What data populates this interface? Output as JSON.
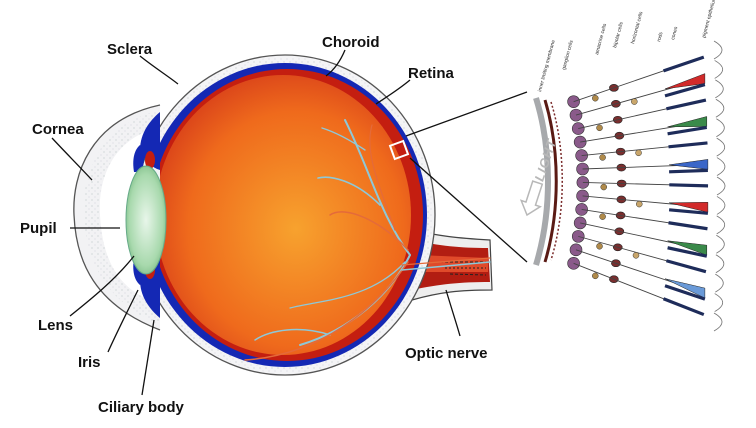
{
  "labels": {
    "sclera": "Sclera",
    "choroid": "Choroid",
    "retina": "Retina",
    "cornea": "Cornea",
    "pupil": "Pupil",
    "lens": "Lens",
    "iris": "Iris",
    "ciliary_body": "Ciliary body",
    "optic_nerve": "Optic nerve"
  },
  "inset": {
    "light_label": "LIGHT",
    "layer_labels": [
      "inner limiting membrane",
      "ganglion cells",
      "amacrine cells",
      "bipolar cells",
      "horizontal cells",
      "rods",
      "cones",
      "pigment epithelium"
    ]
  },
  "colors": {
    "sclera_fill": "#f4f4f6",
    "choroid_blue": "#1428b4",
    "retina_red": "#c41e10",
    "vitreous_orange": "#f07a1c",
    "lens_green": "#9fd3a4",
    "vessel": "#8ec8d8"
  }
}
